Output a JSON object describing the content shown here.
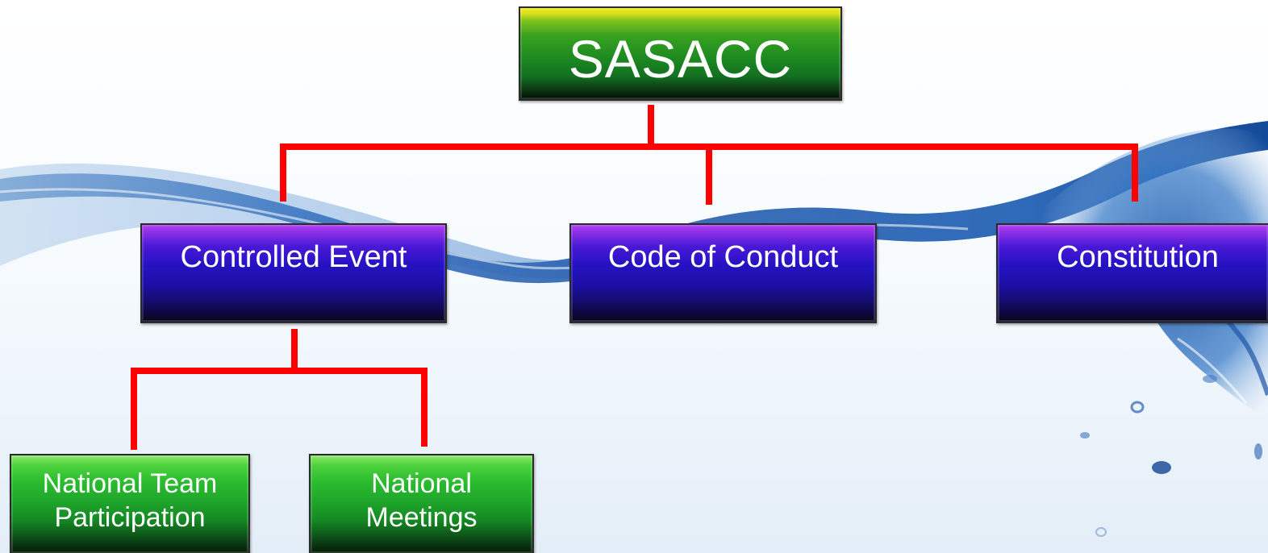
{
  "org_chart": {
    "root": {
      "label": "SASACC"
    },
    "level1": [
      {
        "label": "Controlled Event"
      },
      {
        "label": "Code of Conduct"
      },
      {
        "label": "Constitution"
      }
    ],
    "level2": [
      {
        "label": "National Team\nParticipation"
      },
      {
        "label": "National\nMeetings"
      }
    ]
  },
  "colors": {
    "connector": "#ff0000",
    "root_fill": "#1d8a21",
    "root_highlight": "#f4ea1c",
    "level1_fill": "#2412c2",
    "level1_highlight": "#b040f2",
    "level2_fill": "#1ea42a",
    "text": "#ffffff"
  }
}
